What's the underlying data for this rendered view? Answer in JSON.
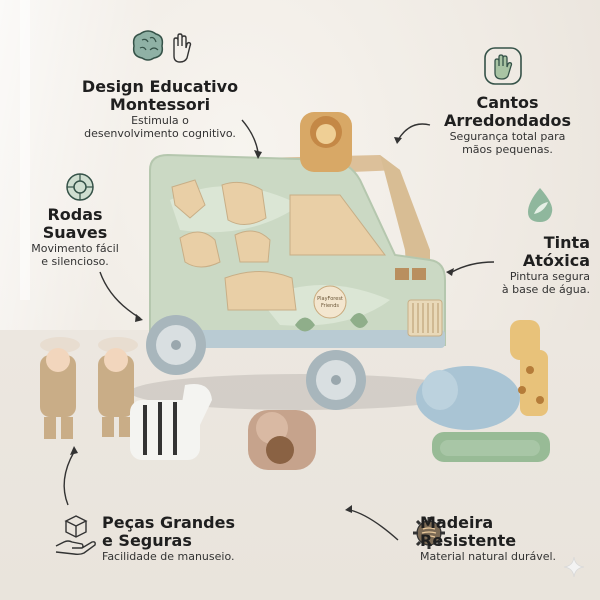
{
  "features": {
    "design": {
      "title_line1": "Design Educativo",
      "title_line2": "Montessori",
      "desc_line1": "Estimula o",
      "desc_line2": "desenvolvimento cognitivo."
    },
    "cantos": {
      "title_line1": "Cantos",
      "title_line2": "Arredondados",
      "desc_line1": "Segurança total para",
      "desc_line2": "mãos pequenas."
    },
    "rodas": {
      "title_line1": "Rodas",
      "title_line2": "Suaves",
      "desc_line1": "Movimento fácil",
      "desc_line2": "e silencioso."
    },
    "tinta": {
      "title_line1": "Tinta",
      "title_line2": "Atóxica",
      "desc_line1": "Pintura segura",
      "desc_line2": "à base de água."
    },
    "pecas": {
      "title_line1": "Peças Grandes",
      "title_line2": "e Seguras",
      "desc_line1": "Facilidade de manuseio."
    },
    "madeira": {
      "title_line1": "Madeira",
      "title_line2": "Resistente",
      "desc_line1": "Material natural durável."
    }
  },
  "product": {
    "badge_line1": "PlayForest",
    "badge_line2": "Friends"
  },
  "icons": [
    "brain-icon",
    "hand-icon",
    "tire-icon",
    "leaf-drop-icon",
    "box-hand-icon",
    "gear-wood-icon",
    "sparkle-icon"
  ],
  "colors": {
    "sage": "#c9d8c4",
    "sage_dark": "#a9c1a6",
    "wood": "#e8c89a",
    "blue_grey": "#b9cbd3",
    "text": "#1f1f1f"
  }
}
